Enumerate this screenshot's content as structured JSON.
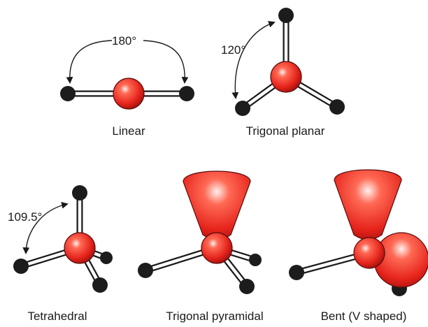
{
  "molecules": [
    {
      "name": "Linear",
      "angle": "180°"
    },
    {
      "name": "Trigonal planar",
      "angle": "120°"
    },
    {
      "name": "Tetrahedral",
      "angle": "109.5°"
    },
    {
      "name": "Trigonal pyramidal"
    },
    {
      "name": "Bent (V shaped)"
    }
  ],
  "colors": {
    "central_atom": "#e8221c",
    "outer_atom": "#1c1c1c",
    "lone_pair": "#e8221c"
  }
}
